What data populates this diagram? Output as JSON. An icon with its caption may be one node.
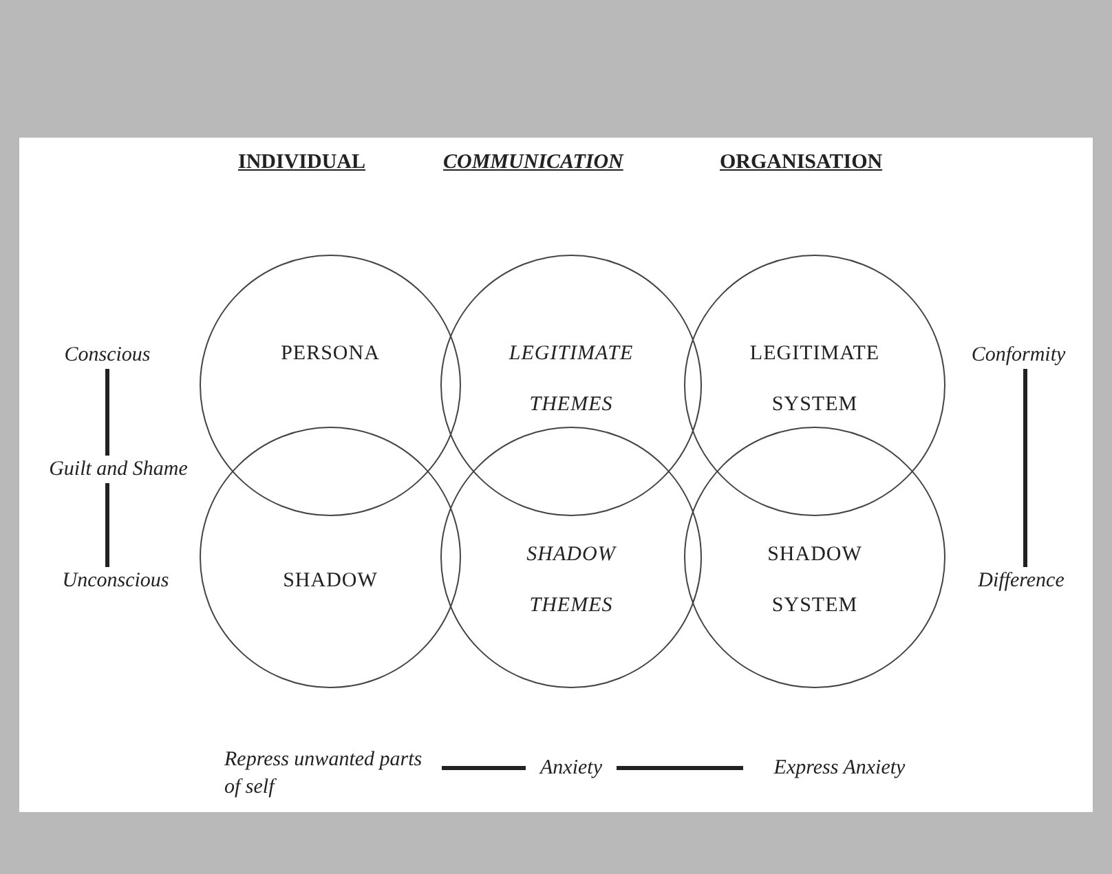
{
  "diagram": {
    "nodes": [
      {
        "text": [
          "PERSONA"
        ]
      },
      {
        "text": [
          "LEGITIMATE THEMES"
        ]
      },
      {
        "text": [
          "LEGITIMATE SYSTEM"
        ]
      },
      {
        "text": [
          "SHADOW"
        ]
      },
      {
        "text": [
          "SHADOW THEMES"
        ]
      },
      {
        "text": [
          "SHADOW SYSTEM"
        ]
      },
      {
        "text": [
          "Conscious"
        ]
      },
      {
        "text": [
          "Guilt and Shame"
        ]
      },
      {
        "text": [
          "Unconscious"
        ]
      },
      {
        "text": [
          "Conformity"
        ]
      },
      {
        "text": [
          "Difference"
        ]
      },
      {
        "text": [
          "Repress unwanted parts of self"
        ]
      },
      {
        "text": [
          "Anxiety"
        ]
      },
      {
        "text": [
          "Express Anxiety"
        ]
      }
    ],
    "edges": [
      {
        "from": 6,
        "to": 7,
        "arrow": "none"
      },
      {
        "from": 7,
        "to": 8,
        "arrow": "none"
      },
      {
        "from": 9,
        "to": 10,
        "arrow": "none"
      },
      {
        "from": 11,
        "to": 12,
        "arrow": "none"
      },
      {
        "from": 12,
        "to": 13,
        "arrow": "none"
      }
    ],
    "labels": [
      "INDIVIDUAL",
      "COMMUNICATION",
      "ORGANISATION"
    ]
  }
}
